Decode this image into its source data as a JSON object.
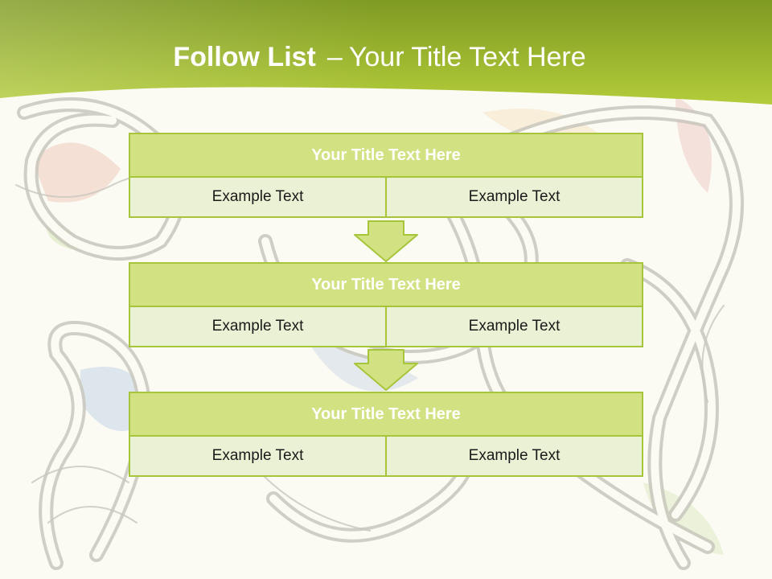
{
  "slide": {
    "title_bold": "Follow List",
    "title_separator": "–",
    "title_rest": "Your Title Text Here"
  },
  "steps": [
    {
      "title": "Your Title Text Here",
      "left_text": "Example Text",
      "right_text": "Example Text"
    },
    {
      "title": "Your Title Text Here",
      "left_text": "Example Text",
      "right_text": "Example Text"
    },
    {
      "title": "Your Title Text Here",
      "left_text": "Example Text",
      "right_text": "Example Text"
    }
  ],
  "colors": {
    "header_green": "#9dbf2d",
    "box_title_fill": "#d2e283",
    "box_cell_fill": "#ebf1d4",
    "box_border": "#a7c53b",
    "background": "#fbfaf3"
  }
}
